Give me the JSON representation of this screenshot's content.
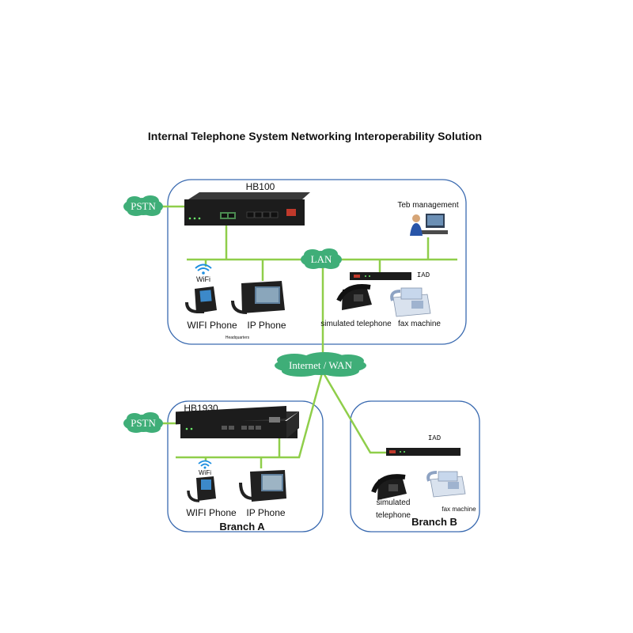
{
  "title": "Internal Telephone System Networking Interoperability Solution",
  "headquarters": {
    "device": "HB100",
    "pstn": "PSTN",
    "lan": "LAN",
    "web_management": "Teb management",
    "iad": "IAD",
    "wifi_badge": "WiFi",
    "wifi_phone": "WIFI Phone",
    "ip_phone": "IP Phone",
    "analog_phone": "simulated telephone",
    "fax": "fax machine",
    "site_name": "Headquarters"
  },
  "wan": "Internet / WAN",
  "branch_a": {
    "device": "HB1930",
    "pstn": "PSTN",
    "wifi_badge": "WiFi",
    "wifi_phone": "WIFI Phone",
    "ip_phone": "IP Phone",
    "site_name": "Branch A"
  },
  "branch_b": {
    "iad": "IAD",
    "analog_phone_line1": "simulated",
    "analog_phone_line2": "telephone",
    "fax": "fax machine",
    "site_name": "Branch B"
  },
  "colors": {
    "link_green": "#8fce4a",
    "cloud_green": "#3fae78",
    "frame_blue": "#3a6ab0",
    "device_dark": "#1c1c1c"
  }
}
